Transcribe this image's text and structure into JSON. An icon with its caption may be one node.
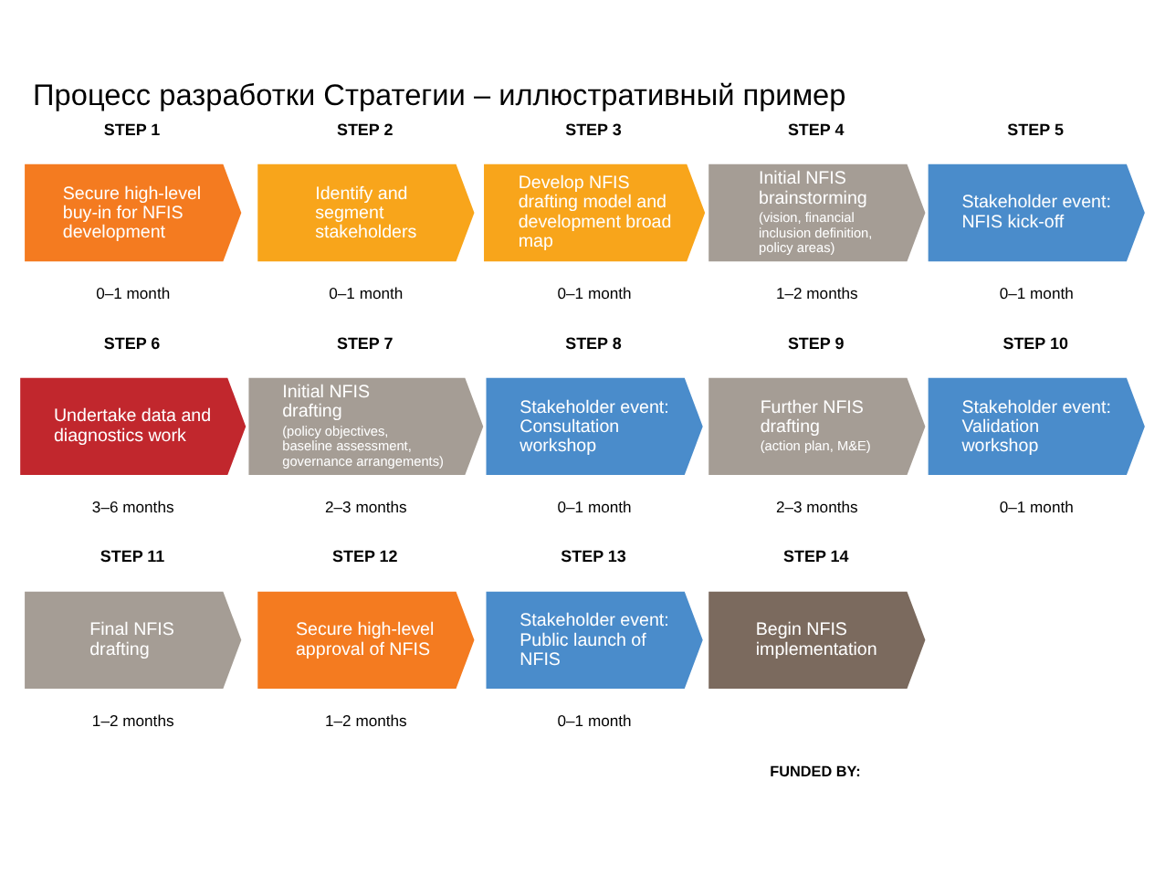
{
  "diagram": {
    "title": "Процесс разработки Стратегии – иллюстративный пример",
    "nodes": [
      {
        "text": [
          "STEP 1",
          "Secure high-level buy-in for NFIS development"
        ],
        "beside": [
          "0–1 month"
        ]
      },
      {
        "text": [
          "STEP 2",
          "Identify and segment stakeholders"
        ],
        "beside": [
          "0–1 month"
        ]
      },
      {
        "text": [
          "STEP 3",
          "Develop NFIS drafting model and development broad map"
        ],
        "beside": [
          "0–1 month"
        ]
      },
      {
        "text": [
          "STEP 4",
          "Initial NFIS brainstorming",
          "(vision, financial inclusion definition, policy areas)"
        ],
        "beside": [
          "1–2 months"
        ]
      },
      {
        "text": [
          "STEP 5",
          "Stakeholder event: NFIS kick-off"
        ],
        "beside": [
          "0–1 month"
        ]
      },
      {
        "text": [
          "STEP 6",
          "Undertake data and diagnostics work"
        ],
        "beside": [
          "3–6 months"
        ]
      },
      {
        "text": [
          "STEP 7",
          "Initial NFIS drafting",
          "(policy objectives, baseline assessment, governance arrangements)"
        ],
        "beside": [
          "2–3 months"
        ]
      },
      {
        "text": [
          "STEP 8",
          "Stakeholder event: Consultation workshop"
        ],
        "beside": [
          "0–1 month"
        ]
      },
      {
        "text": [
          "STEP 9",
          "Further NFIS drafting",
          "(action plan, M&E)"
        ],
        "beside": [
          "2–3 months"
        ]
      },
      {
        "text": [
          "STEP 10",
          "Stakeholder event: Validation workshop"
        ],
        "beside": [
          "0–1 month"
        ]
      },
      {
        "text": [
          "STEP 11",
          "Final NFIS drafting"
        ],
        "beside": [
          "1–2 months"
        ]
      },
      {
        "text": [
          "STEP 12",
          "Secure high-level approval of NFIS"
        ],
        "beside": [
          "1–2 months"
        ]
      },
      {
        "text": [
          "STEP 13",
          "Stakeholder event: Public launch of NFIS"
        ],
        "beside": [
          "0–1 month"
        ]
      },
      {
        "text": [
          "STEP 14",
          "Begin NFIS implementation"
        ]
      }
    ],
    "labels": [
      "FUNDED BY:"
    ]
  }
}
